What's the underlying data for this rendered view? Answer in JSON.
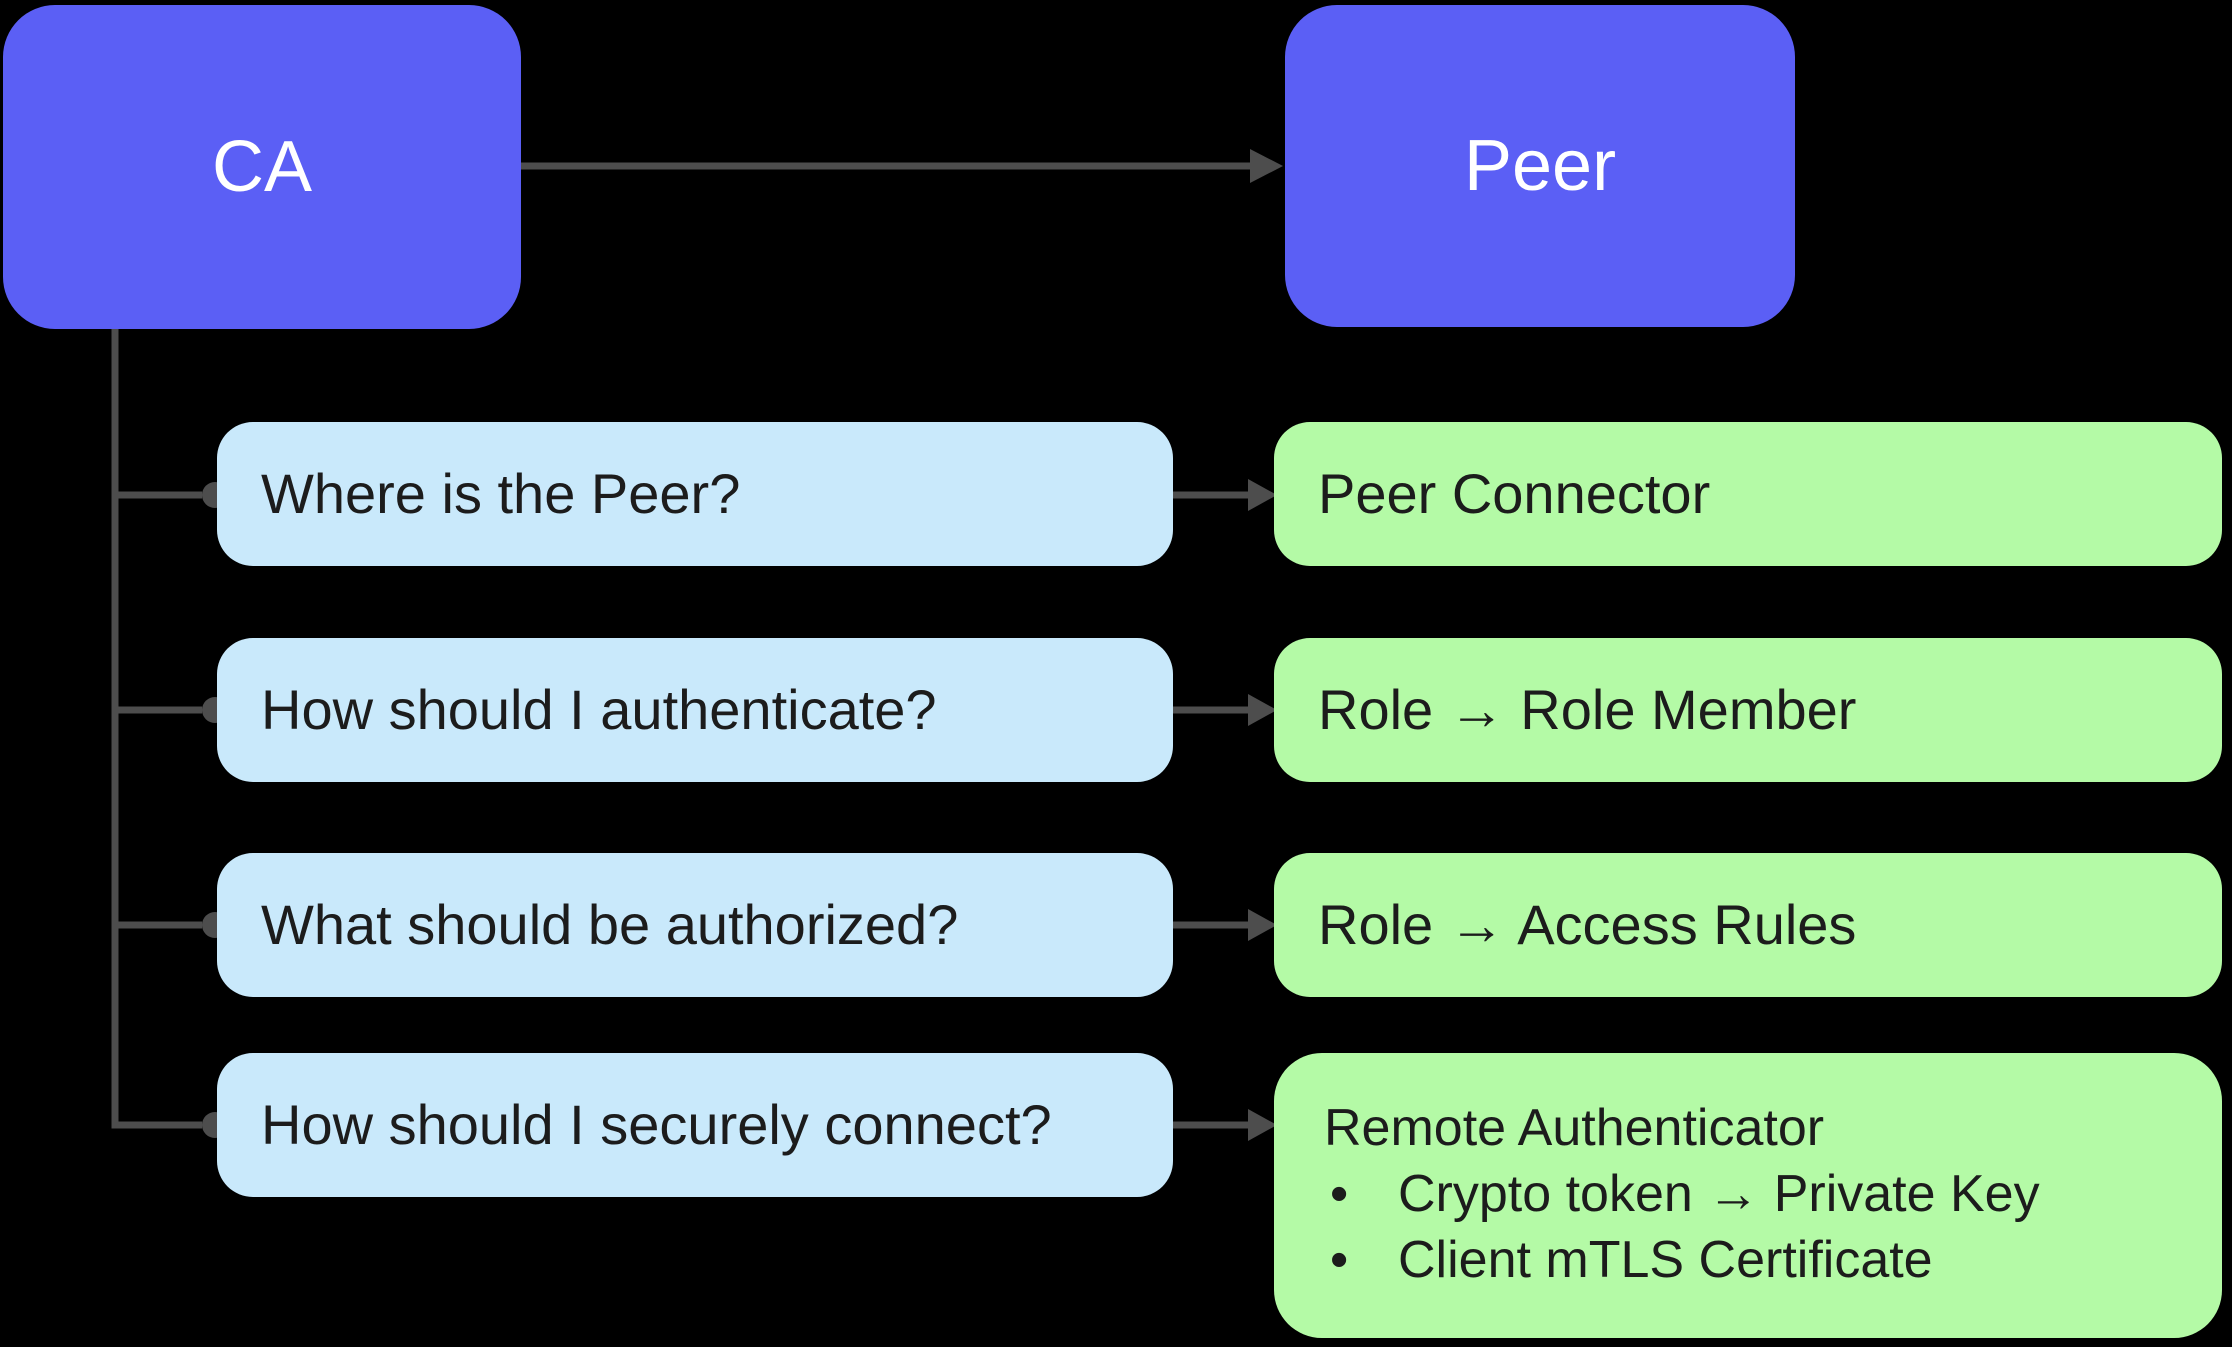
{
  "colors": {
    "node": "#5B5FF5",
    "question": "#C9E9FB",
    "answer": "#B4FAA6",
    "connector": "#4D4D4D",
    "text_dark": "#1C1C1C",
    "text_light": "#FFFFFF",
    "background": "#000000"
  },
  "nodes": {
    "ca": {
      "label": "CA"
    },
    "peer": {
      "label": "Peer"
    }
  },
  "rows": [
    {
      "question": "Where is the Peer?",
      "answer": {
        "title": "Peer Connector"
      }
    },
    {
      "question": "How should I authenticate?",
      "answer": {
        "title": "Role → Role Member"
      }
    },
    {
      "question": "What should be authorized?",
      "answer": {
        "title": "Role → Access Rules"
      }
    },
    {
      "question": "How should I securely connect?",
      "answer": {
        "title": "Remote Authenticator",
        "bullets": [
          "Crypto token → Private Key",
          "Client mTLS Certificate"
        ]
      }
    }
  ]
}
